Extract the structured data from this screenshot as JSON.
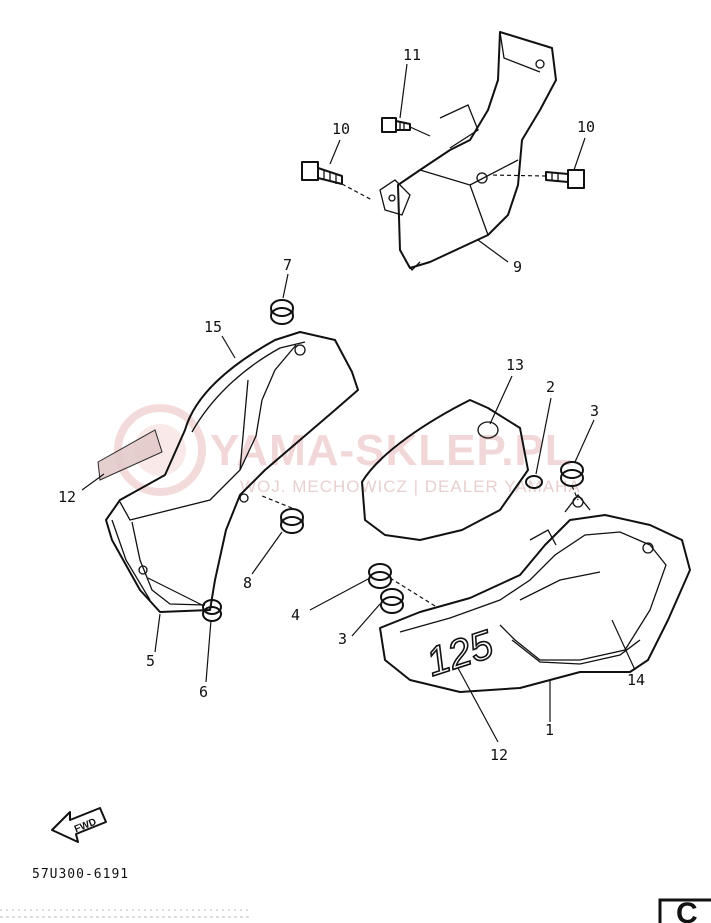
{
  "watermark": {
    "brand": "YAMA-SKLEP.PL",
    "sub": "WOJ. MECHOWICZ | DEALER YAMAHA"
  },
  "callouts": {
    "c1": "1",
    "c2": "2",
    "c3a": "3",
    "c3b": "3",
    "c4": "4",
    "c5": "5",
    "c6": "6",
    "c7": "7",
    "c8": "8",
    "c9": "9",
    "c10a": "10",
    "c10b": "10",
    "c11": "11",
    "c12a": "12",
    "c12b": "12",
    "c13": "13",
    "c14": "14",
    "c15": "15"
  },
  "cover_decal": "125",
  "fwd_label": "FWD",
  "diagram_code": "57U300-6191",
  "page_corner": "C",
  "colors": {
    "ink": "#111111",
    "watermark": "#e7b7b7"
  }
}
